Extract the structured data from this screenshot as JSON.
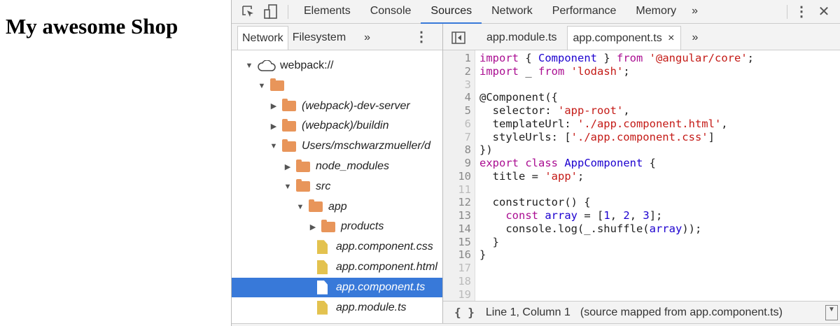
{
  "page": {
    "title": "My awesome Shop"
  },
  "devtools": {
    "panel_tabs": [
      "Elements",
      "Console",
      "Sources",
      "Network",
      "Performance",
      "Memory"
    ],
    "active_panel": "Sources",
    "more": "»",
    "navigator": {
      "tabs": [
        "Network",
        "Filesystem"
      ],
      "active": "Network",
      "more": "»",
      "tree": [
        {
          "label": "webpack://",
          "level": 0,
          "type": "cloud",
          "expanded": true
        },
        {
          "label": "",
          "level": 1,
          "type": "folder",
          "expanded": true
        },
        {
          "label": "(webpack)-dev-server",
          "level": 2,
          "type": "folder",
          "expanded": false
        },
        {
          "label": "(webpack)/buildin",
          "level": 2,
          "type": "folder",
          "expanded": false
        },
        {
          "label": "Users/mschwarzmueller/d",
          "level": 2,
          "type": "folder",
          "expanded": true
        },
        {
          "label": "node_modules",
          "level": 3,
          "type": "folder",
          "expanded": false
        },
        {
          "label": "src",
          "level": 3,
          "type": "folder",
          "expanded": true
        },
        {
          "label": "app",
          "level": 4,
          "type": "folder",
          "expanded": true
        },
        {
          "label": "products",
          "level": 5,
          "type": "folder",
          "expanded": false
        },
        {
          "label": "app.component.css",
          "level": 5,
          "type": "file"
        },
        {
          "label": "app.component.html",
          "level": 5,
          "type": "file"
        },
        {
          "label": "app.component.ts",
          "level": 5,
          "type": "file",
          "selected": true
        },
        {
          "label": "app.module.ts",
          "level": 5,
          "type": "file"
        }
      ]
    },
    "editor": {
      "tabs": [
        {
          "label": "app.module.ts"
        },
        {
          "label": "app.component.ts",
          "active": true,
          "close": "×"
        }
      ],
      "more": "»",
      "lines": [
        [
          [
            "k",
            "import"
          ],
          [
            "p",
            " { "
          ],
          [
            "t",
            "Component"
          ],
          [
            "p",
            " } "
          ],
          [
            "k",
            "from"
          ],
          [
            "p",
            " "
          ],
          [
            "s",
            "'@angular/core'"
          ],
          [
            "p",
            ";"
          ]
        ],
        [
          [
            "k",
            "import"
          ],
          [
            "p",
            " _ "
          ],
          [
            "k",
            "from"
          ],
          [
            "p",
            " "
          ],
          [
            "s",
            "'lodash'"
          ],
          [
            "p",
            ";"
          ]
        ],
        [],
        [
          [
            "p",
            "@Component({"
          ]
        ],
        [
          [
            "p",
            "  selector: "
          ],
          [
            "s",
            "'app-root'"
          ],
          [
            "p",
            ","
          ]
        ],
        [
          [
            "p",
            "  templateUrl: "
          ],
          [
            "s",
            "'./app.component.html'"
          ],
          [
            "p",
            ","
          ]
        ],
        [
          [
            "p",
            "  styleUrls: ["
          ],
          [
            "s",
            "'./app.component.css'"
          ],
          [
            "p",
            "]"
          ]
        ],
        [
          [
            "p",
            "})"
          ]
        ],
        [
          [
            "k",
            "export class"
          ],
          [
            "p",
            " "
          ],
          [
            "t",
            "AppComponent"
          ],
          [
            "p",
            " {"
          ]
        ],
        [
          [
            "p",
            "  title = "
          ],
          [
            "s",
            "'app'"
          ],
          [
            "p",
            ";"
          ]
        ],
        [],
        [
          [
            "p",
            "  constructor() {"
          ]
        ],
        [
          [
            "p",
            "    "
          ],
          [
            "k",
            "const"
          ],
          [
            "p",
            " "
          ],
          [
            "t",
            "array"
          ],
          [
            "p",
            " = ["
          ],
          [
            "n",
            "1"
          ],
          [
            "p",
            ", "
          ],
          [
            "n",
            "2"
          ],
          [
            "p",
            ", "
          ],
          [
            "n",
            "3"
          ],
          [
            "p",
            "];"
          ]
        ],
        [
          [
            "p",
            "    console.log(_.shuffle("
          ],
          [
            "t",
            "array"
          ],
          [
            "p",
            "));"
          ]
        ],
        [
          [
            "p",
            "  }"
          ]
        ],
        [
          [
            "p",
            "}"
          ]
        ],
        [],
        [],
        []
      ],
      "dim_line_numbers": [
        3,
        6,
        7,
        11,
        17,
        18,
        19
      ],
      "status": {
        "format": "{ }",
        "position": "Line 1, Column 1",
        "source_map": "(source mapped from app.component.ts)"
      }
    }
  }
}
